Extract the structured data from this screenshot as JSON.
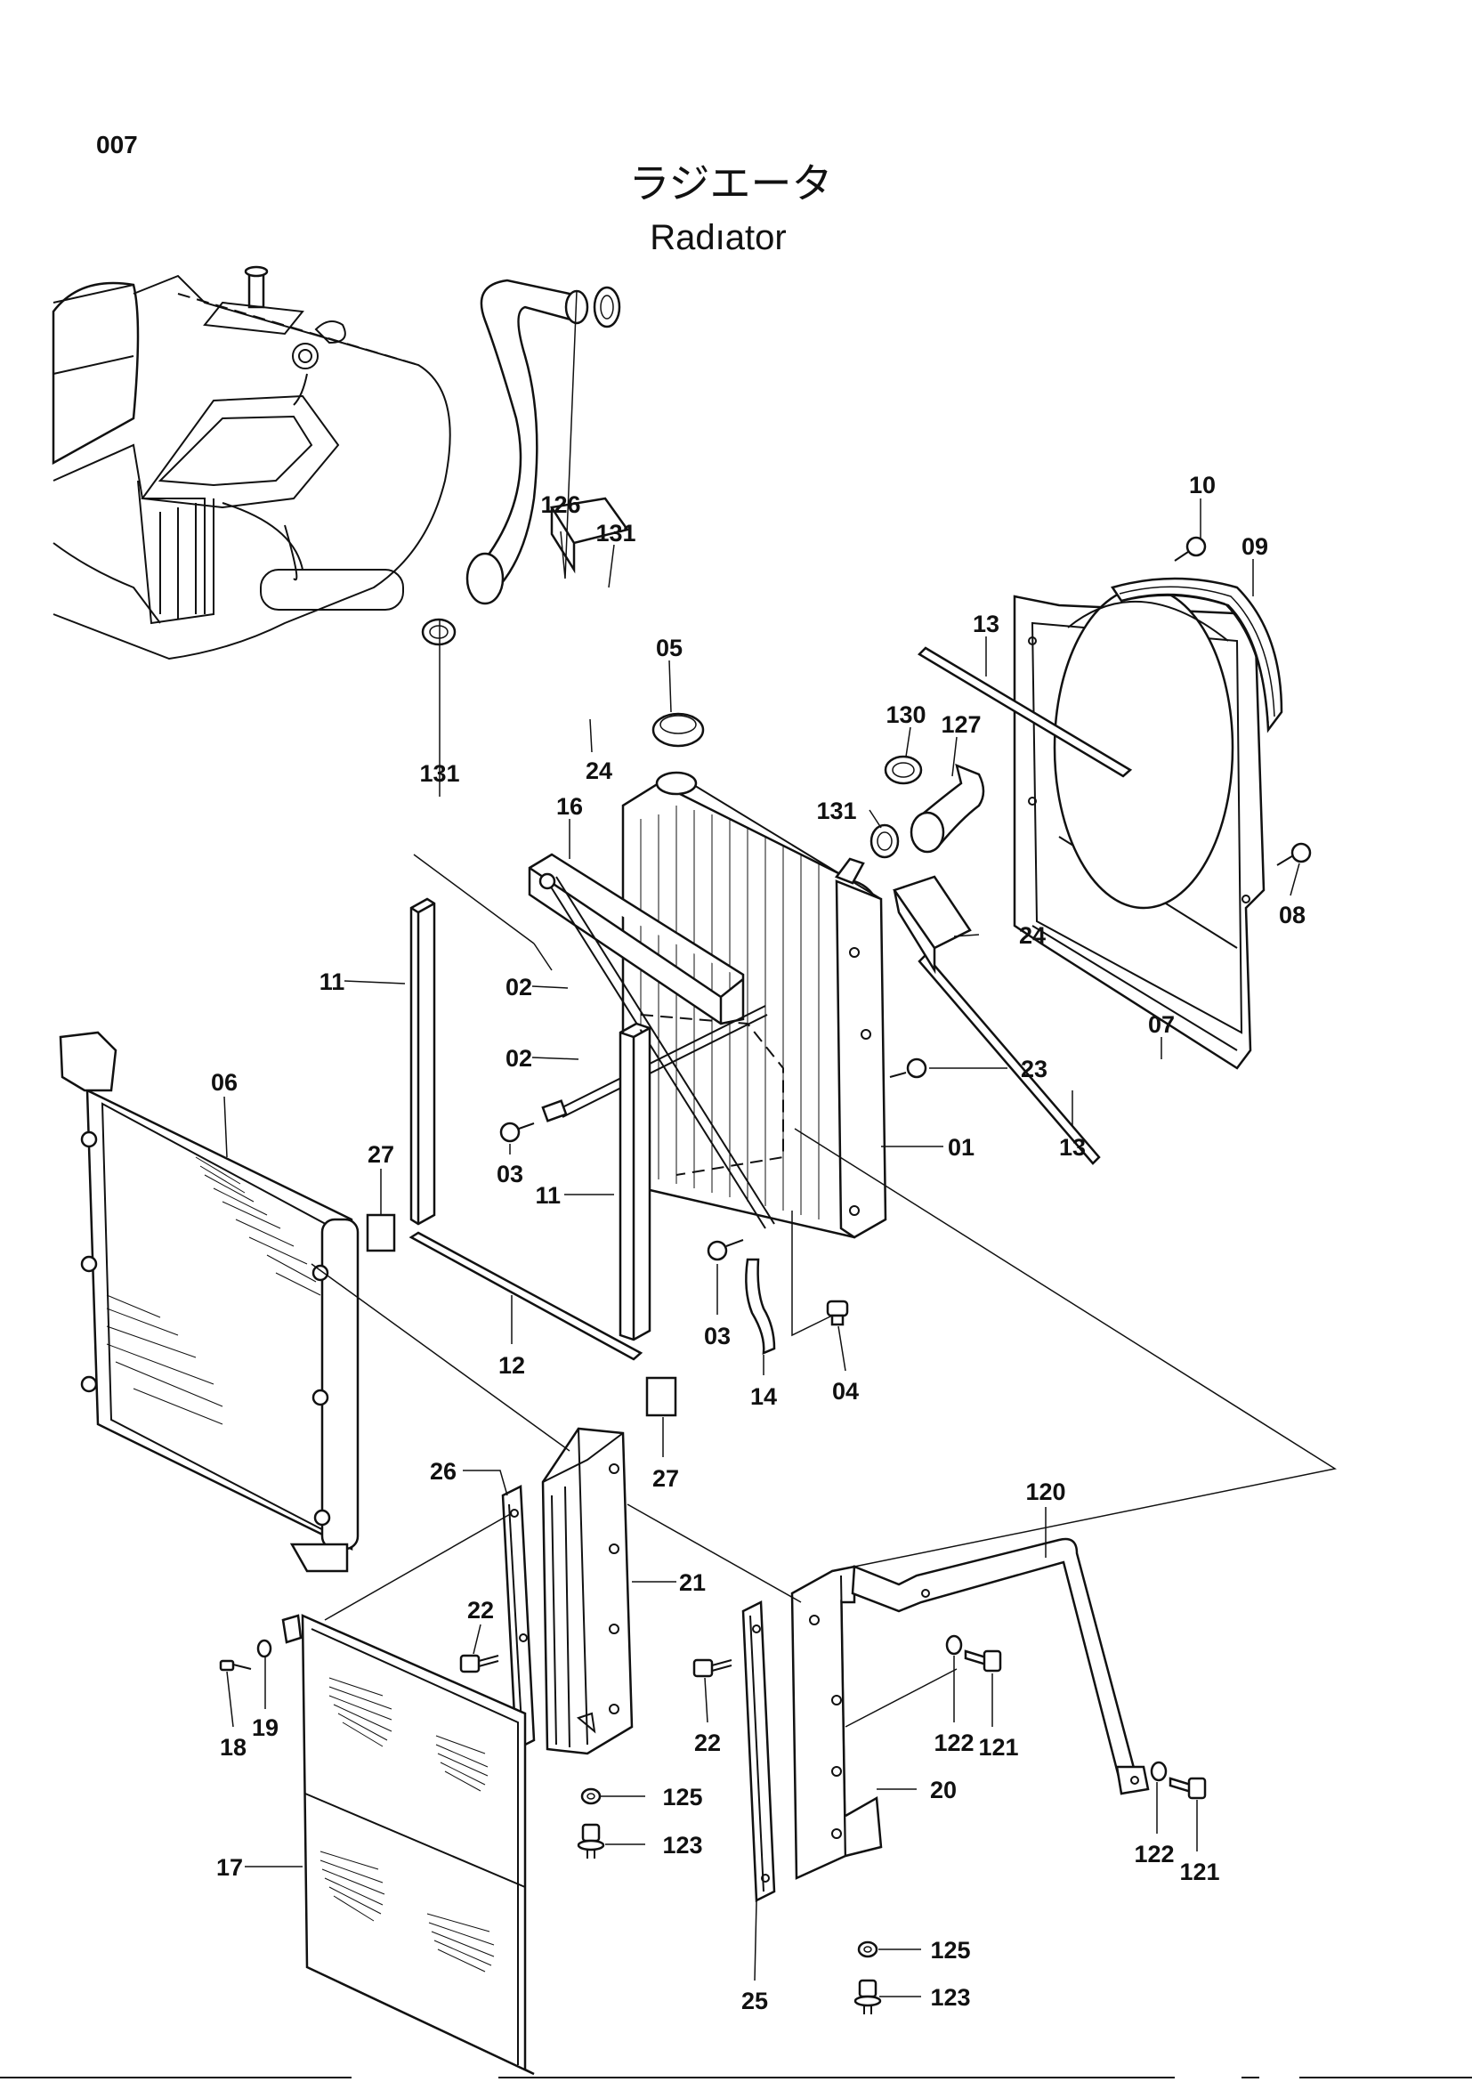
{
  "page_number": "007",
  "title_ja": "ラジエータ",
  "title_en": "Radıator",
  "callouts": [
    {
      "id": "c126",
      "text": "126"
    },
    {
      "id": "c131a",
      "text": "131"
    },
    {
      "id": "c10",
      "text": "10"
    },
    {
      "id": "c09",
      "text": "09"
    },
    {
      "id": "c05",
      "text": "05"
    },
    {
      "id": "c13a",
      "text": "13"
    },
    {
      "id": "c24a",
      "text": "24"
    },
    {
      "id": "c16",
      "text": "16"
    },
    {
      "id": "c130",
      "text": "130"
    },
    {
      "id": "c127",
      "text": "127"
    },
    {
      "id": "c131b",
      "text": "131"
    },
    {
      "id": "c131c",
      "text": "131"
    },
    {
      "id": "c08",
      "text": "08"
    },
    {
      "id": "c24b",
      "text": "24"
    },
    {
      "id": "c11a",
      "text": "11"
    },
    {
      "id": "c02a",
      "text": "02"
    },
    {
      "id": "c06",
      "text": "06"
    },
    {
      "id": "c02b",
      "text": "02"
    },
    {
      "id": "c23",
      "text": "23"
    },
    {
      "id": "c07",
      "text": "07"
    },
    {
      "id": "c27a",
      "text": "27"
    },
    {
      "id": "c03a",
      "text": "03"
    },
    {
      "id": "c11b",
      "text": "11"
    },
    {
      "id": "c01",
      "text": "01"
    },
    {
      "id": "c13b",
      "text": "13"
    },
    {
      "id": "c12",
      "text": "12"
    },
    {
      "id": "c03b",
      "text": "03"
    },
    {
      "id": "c14",
      "text": "14"
    },
    {
      "id": "c04",
      "text": "04"
    },
    {
      "id": "c27b",
      "text": "27"
    },
    {
      "id": "c26",
      "text": "26"
    },
    {
      "id": "c120",
      "text": "120"
    },
    {
      "id": "c21",
      "text": "21"
    },
    {
      "id": "c22a",
      "text": "22"
    },
    {
      "id": "c18",
      "text": "18"
    },
    {
      "id": "c19",
      "text": "19"
    },
    {
      "id": "c22b",
      "text": "22"
    },
    {
      "id": "c122a",
      "text": "122"
    },
    {
      "id": "c121a",
      "text": "121"
    },
    {
      "id": "c125a",
      "text": "125"
    },
    {
      "id": "c20",
      "text": "20"
    },
    {
      "id": "c123a",
      "text": "123"
    },
    {
      "id": "c17",
      "text": "17"
    },
    {
      "id": "c122b",
      "text": "122"
    },
    {
      "id": "c121b",
      "text": "121"
    },
    {
      "id": "c125b",
      "text": "125"
    },
    {
      "id": "c25",
      "text": "25"
    },
    {
      "id": "c123b",
      "text": "123"
    }
  ]
}
